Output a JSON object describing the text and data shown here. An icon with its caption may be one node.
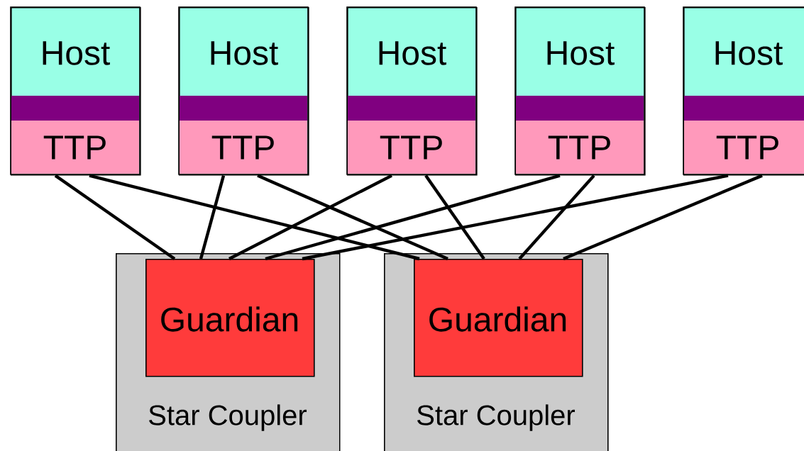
{
  "diagram": {
    "nodes": [
      {
        "text": [
          "Host",
          "TTP"
        ]
      },
      {
        "text": [
          "Host",
          "TTP"
        ]
      },
      {
        "text": [
          "Host",
          "TTP"
        ]
      },
      {
        "text": [
          "Host",
          "TTP"
        ]
      },
      {
        "text": [
          "Host",
          "TTP"
        ]
      },
      {
        "text": [
          "Star Coupler"
        ]
      },
      {
        "text": [
          "Guardian"
        ],
        "in": 5
      },
      {
        "text": [
          "Star Coupler"
        ]
      },
      {
        "text": [
          "Guardian"
        ],
        "in": 7
      }
    ],
    "edges": [
      {
        "from": 0,
        "to": 6,
        "arrow": "none"
      },
      {
        "from": 0,
        "to": 8,
        "arrow": "none"
      },
      {
        "from": 1,
        "to": 6,
        "arrow": "none"
      },
      {
        "from": 1,
        "to": 8,
        "arrow": "none"
      },
      {
        "from": 2,
        "to": 6,
        "arrow": "none"
      },
      {
        "from": 2,
        "to": 8,
        "arrow": "none"
      },
      {
        "from": 3,
        "to": 6,
        "arrow": "none"
      },
      {
        "from": 3,
        "to": 8,
        "arrow": "none"
      },
      {
        "from": 4,
        "to": 6,
        "arrow": "none"
      },
      {
        "from": 4,
        "to": 8,
        "arrow": "none"
      }
    ]
  }
}
